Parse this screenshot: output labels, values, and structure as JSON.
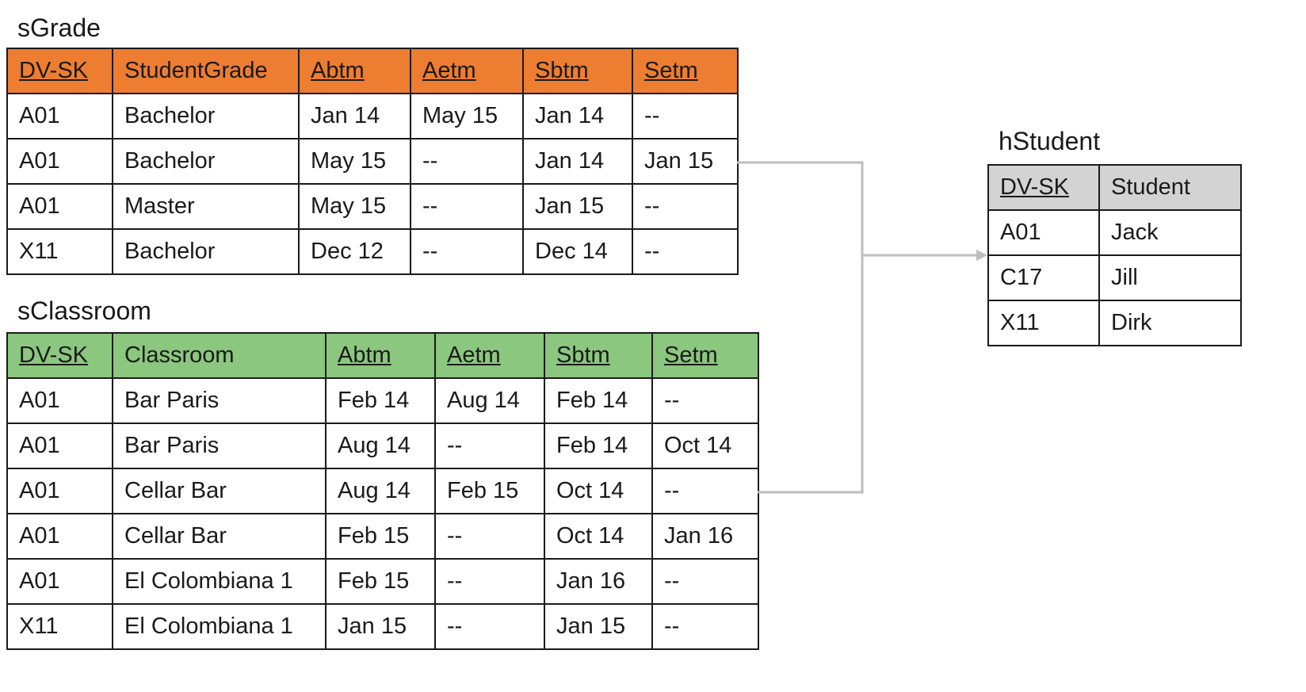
{
  "sgrade": {
    "title": "sGrade",
    "header_color": "#ED7D31",
    "headers": [
      "DV-SK",
      "StudentGrade",
      "Abtm",
      "Aetm",
      "Sbtm",
      "Setm"
    ],
    "rows": [
      [
        "A01",
        "Bachelor",
        "Jan 14",
        "May 15",
        "Jan 14",
        "--"
      ],
      [
        "A01",
        "Bachelor",
        "May 15",
        "--",
        "Jan 14",
        "Jan 15"
      ],
      [
        "A01",
        "Master",
        "May 15",
        "--",
        "Jan 15",
        "--"
      ],
      [
        "X11",
        "Bachelor",
        "Dec 12",
        "--",
        "Dec 14",
        "--"
      ]
    ]
  },
  "sclassroom": {
    "title": "sClassroom",
    "header_color": "#8BC77E",
    "headers": [
      "DV-SK",
      "Classroom",
      "Abtm",
      "Aetm",
      "Sbtm",
      "Setm"
    ],
    "rows": [
      [
        "A01",
        "Bar Paris",
        "Feb 14",
        "Aug 14",
        "Feb 14",
        "--"
      ],
      [
        "A01",
        "Bar Paris",
        "Aug 14",
        "--",
        "Feb 14",
        "Oct 14"
      ],
      [
        "A01",
        "Cellar Bar",
        "Aug 14",
        "Feb 15",
        "Oct 14",
        "--"
      ],
      [
        "A01",
        "Cellar Bar",
        "Feb 15",
        "--",
        "Oct 14",
        "Jan 16"
      ],
      [
        "A01",
        "El Colombiana 1",
        "Feb 15",
        "--",
        "Jan 16",
        "--"
      ],
      [
        "X11",
        "El Colombiana 1",
        "Jan 15",
        "--",
        "Jan 15",
        "--"
      ]
    ]
  },
  "hstudent": {
    "title": "hStudent",
    "header_color": "#D3D3D3",
    "headers": [
      "DV-SK",
      "Student"
    ],
    "rows": [
      [
        "A01",
        "Jack"
      ],
      [
        "C17",
        "Jill"
      ],
      [
        "X11",
        "Dirk"
      ]
    ]
  },
  "connector_color": "#BDBDBD"
}
